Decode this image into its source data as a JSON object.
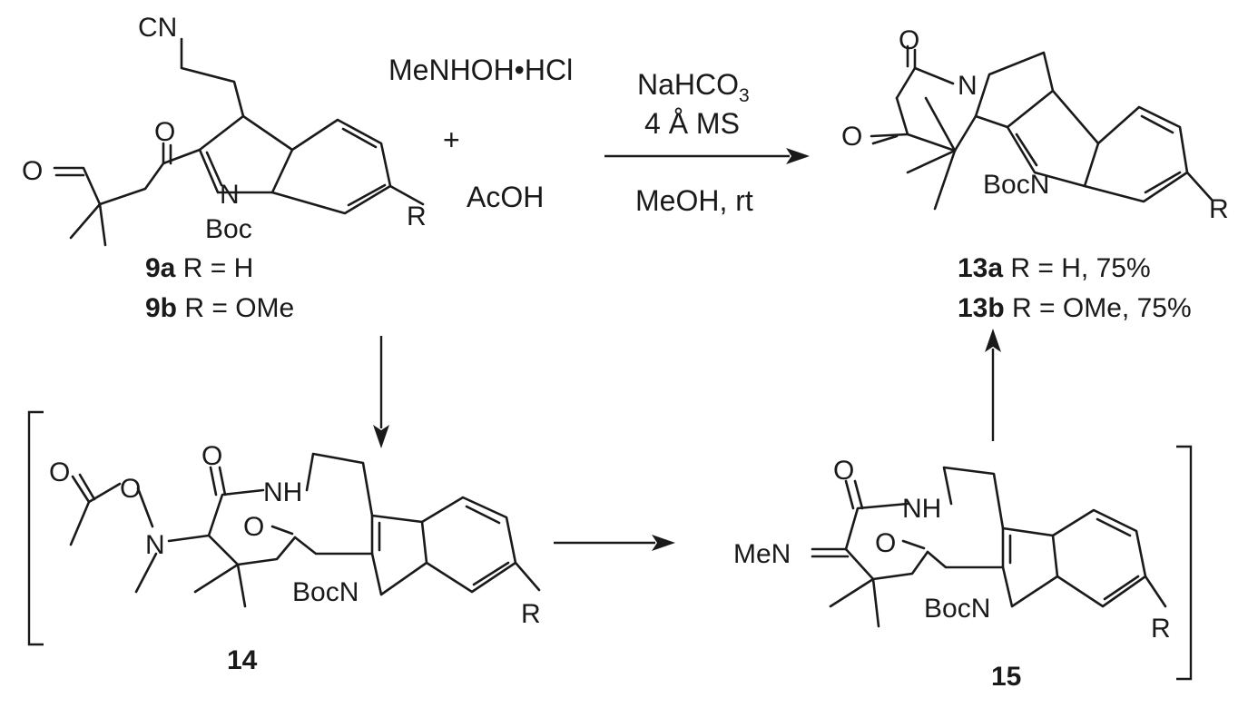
{
  "reactants": {
    "reagent_top": "MeNHOH•HCl",
    "plus": "+",
    "reagent_bottom": "AcOH"
  },
  "conditions": {
    "line1_main": "NaHCO",
    "line1_sub": "3",
    "line2": "4 Å MS",
    "line3": "MeOH, rt"
  },
  "compound_9": {
    "label_a_id": "9a",
    "label_a_text": " R = H",
    "label_b_id": "9b",
    "label_b_text": " R = OMe",
    "atoms": {
      "nitrile": "CN",
      "ald_o": "O",
      "ketone_o": "O",
      "n": "N",
      "boc": "Boc",
      "r": "R"
    }
  },
  "compound_13": {
    "label_a_id": "13a",
    "label_a_text": " R = H, 75%",
    "label_b_id": "13b",
    "label_b_text": " R = OMe, 75%",
    "atoms": {
      "o1": "O",
      "o2": "O",
      "n_ring": "N",
      "bocn": "BocN",
      "r": "R"
    }
  },
  "compound_14": {
    "label": "14",
    "atoms": {
      "o_acyl": "O",
      "o_link": "O",
      "n_hydrox": "N",
      "o_amide": "O",
      "nh": "NH",
      "o_ketone": "O",
      "bocn": "BocN",
      "r": "R"
    }
  },
  "compound_15": {
    "label": "15",
    "atoms": {
      "o_amide": "O",
      "nh": "NH",
      "men": "MeN",
      "o_ketone": "O",
      "bocn": "BocN",
      "r": "R"
    }
  }
}
